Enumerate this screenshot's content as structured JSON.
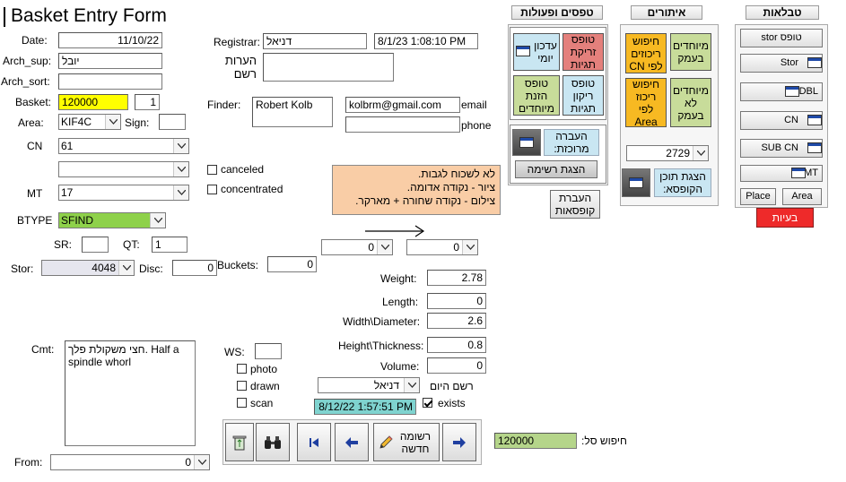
{
  "title": "Basket Entry Form",
  "fields": {
    "date_label": "Date:",
    "date_value": "11/10/22",
    "arch_sup_label": "Arch_sup:",
    "arch_sup_value": "יובל",
    "arch_sort_label": "Arch_sort:",
    "arch_sort_value": "",
    "basket_label": "Basket:",
    "basket_value": "120000",
    "basket_num": "1",
    "area_label": "Area:",
    "area_value": "KIF4C",
    "sign_label": "Sign:",
    "sign_value": "",
    "cn_label": "CN",
    "cn_value": "61",
    "cn2_value": "",
    "mt_label": "MT",
    "mt_value": "17",
    "btype_label": "BTYPE",
    "btype_value": "SFIND",
    "sr_label": "SR:",
    "sr_value": "",
    "qt_label": "QT:",
    "qt_value": "1",
    "stor_label": "Stor:",
    "stor_value": "4048",
    "disc_label": "Disc:",
    "disc_value": "0",
    "buckets_label": "Buckets:",
    "buckets_value": "0",
    "registrar_label": "Registrar:",
    "registrar_value": "דניאל",
    "registrar_datetime": "8/1/23 1:08:10 PM",
    "notes_label": "הערות רשם",
    "notes_value": "",
    "finder_label": "Finder:",
    "finder_value": "Robert Kolb",
    "email_label": "email",
    "email_value": "kolbrm@gmail.com",
    "phone_label": "phone",
    "phone_value": "",
    "canceled_label": "canceled",
    "concentrated_label": "concentrated",
    "combo_a_value": "0",
    "combo_b_value": "0",
    "weight_label": "Weight:",
    "weight_value": "2.78",
    "length_label": "Length:",
    "length_value": "0",
    "width_label": "Width\\Diameter:",
    "width_value": "2.6",
    "height_label": "Height\\Thickness:",
    "height_value": "0.8",
    "volume_label": "Volume:",
    "volume_value": "0",
    "cmt_label": "Cmt:",
    "cmt_value": "חצי משקולת פלך. Half a spindle whorl",
    "ws_label": "WS:",
    "ws_value": "",
    "photo_label": "photo",
    "drawn_label": "drawn",
    "scan_label": "scan",
    "recorder_today_label": "רשם היום",
    "recorder_today_value": "דניאל",
    "record_datetime": "8/12/22 1:57:51 PM",
    "exists_label": "exists",
    "from_label": "From:",
    "from_value": "0",
    "search_basket_label": "חיפוש סל:",
    "search_basket_value": "120000"
  },
  "instructions": {
    "line1": "לא לשכוח לגבות.",
    "line2": "ציור - נקודה אדומה.",
    "line3": "צילום - נקודה שחורה + מארקר."
  },
  "forms_panel": {
    "header": "טפסים ופעולות",
    "tile_daily_update": "עדכון יומי",
    "tile_tag_spray_form": "טופס זריקת תגיות",
    "tile_special_entry_form": "טופס הזנת מיוחדים",
    "tile_empty_tags_form": "טופס ריקון תגיות",
    "transfer_centralized": "העברה מרוכזת:",
    "show_list": "הצגת רשימה",
    "transfer_boxes": "העברת קופסאות"
  },
  "locate_panel": {
    "header": "איתורים",
    "tile_special_depth": "מיוחדים בעמק",
    "tile_search_by_cn": "חיפוש ריכוזים לפי CN",
    "tile_special_not_depth": "מיוחדים לא בעמק",
    "tile_search_by_area": "חיפוש ריכוז לפי Area",
    "box_combo_value": "2729",
    "show_box_contents": "הצגת תוכן הקופסא:"
  },
  "tables_panel": {
    "header": "טבלאות",
    "btn_stor_form": "stor טופס",
    "btn_stor": "Stor",
    "btn_dbl": "DBL",
    "btn_cn": "CN",
    "btn_sub_cn": "SUB CN",
    "btn_mt": "MT",
    "btn_place": "Place",
    "btn_area": "Area",
    "btn_problems": "בעיות"
  },
  "nav": {
    "new_record": "רשומה חדשה"
  },
  "colors": {
    "tile_blue": "#c9e6f2",
    "tile_red": "#e4807c",
    "tile_green": "#c8dc9a",
    "tile_orange": "#f7b922",
    "basket_yellow": "#ffff00",
    "btype_green": "#8ed14a",
    "datetime_teal": "#7fd3cf",
    "search_green": "#b5d58a",
    "problems_red": "#ee2a2a",
    "instructions_bg": "#f9cda6"
  }
}
